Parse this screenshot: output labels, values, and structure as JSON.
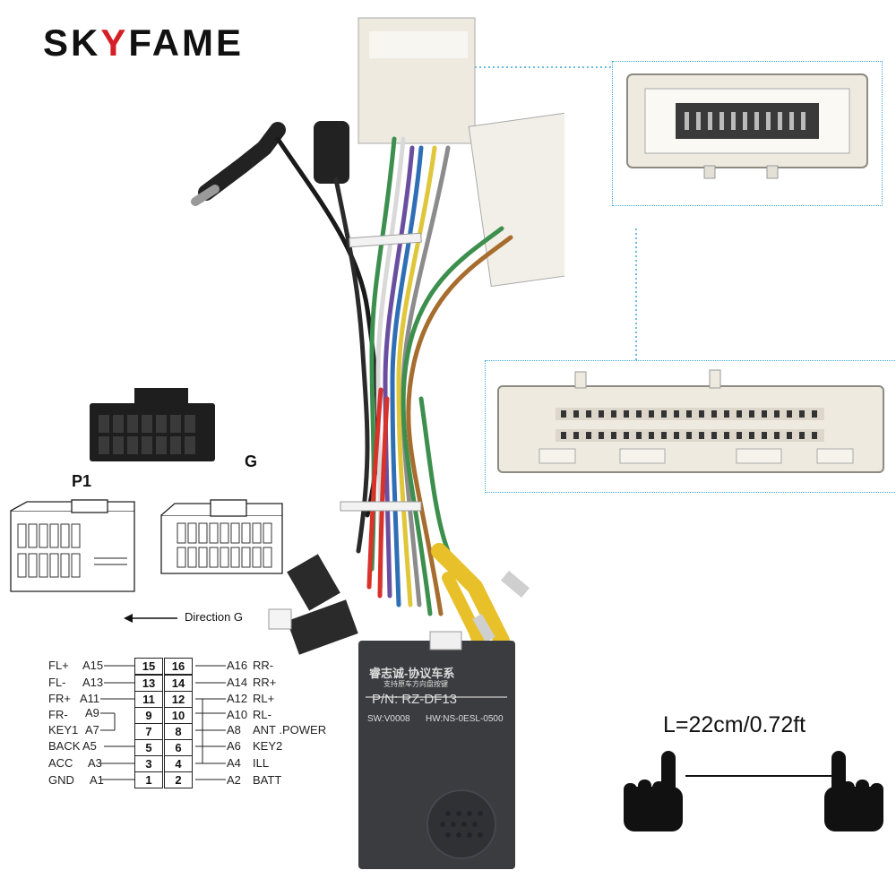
{
  "brand": {
    "name_part1": "SK",
    "name_accent": "Y",
    "name_part2": "FAME"
  },
  "connector_labels": {
    "p1": "P1",
    "g": "G",
    "direction": "Direction G"
  },
  "length_label": "L=22cm/0.72ft",
  "module": {
    "title": "睿志诚-协议车系",
    "subtitle": "支持原车方向盘按键",
    "part_number": "P/N: RZ-DF13",
    "sw": "SW:V0008",
    "hw": "HW:NS-0ESL-0500"
  },
  "pinout": {
    "left": [
      {
        "signal": "FL+",
        "pin": "A15"
      },
      {
        "signal": "FL-",
        "pin": "A13"
      },
      {
        "signal": "FR+",
        "pin": "A11"
      },
      {
        "signal": "FR-",
        "pin": "A9"
      },
      {
        "signal": "KEY1",
        "pin": "A7"
      },
      {
        "signal": "BACK",
        "pin": "A5"
      },
      {
        "signal": "ACC",
        "pin": "A3"
      },
      {
        "signal": "GND",
        "pin": "A1"
      }
    ],
    "right": [
      {
        "pin": "A16",
        "signal": "RR-"
      },
      {
        "pin": "A14",
        "signal": "RR+"
      },
      {
        "pin": "A12",
        "signal": "RL+"
      },
      {
        "pin": "A10",
        "signal": "RL-"
      },
      {
        "pin": "A8",
        "signal": "ANT .POWER"
      },
      {
        "pin": "A6",
        "signal": "KEY2"
      },
      {
        "pin": "A4",
        "signal": "ILL"
      },
      {
        "pin": "A2",
        "signal": "BATT"
      }
    ],
    "left_numbers": [
      "15",
      "13",
      "11",
      "9",
      "7",
      "5",
      "3",
      "1"
    ],
    "right_numbers": [
      "16",
      "14",
      "12",
      "10",
      "8",
      "6",
      "4",
      "2"
    ]
  },
  "colors": {
    "brand_accent": "#d41f26",
    "zoom_border": "#3aa6d8",
    "connector_white": "#efeae0",
    "module_body": "#3a3c40"
  }
}
